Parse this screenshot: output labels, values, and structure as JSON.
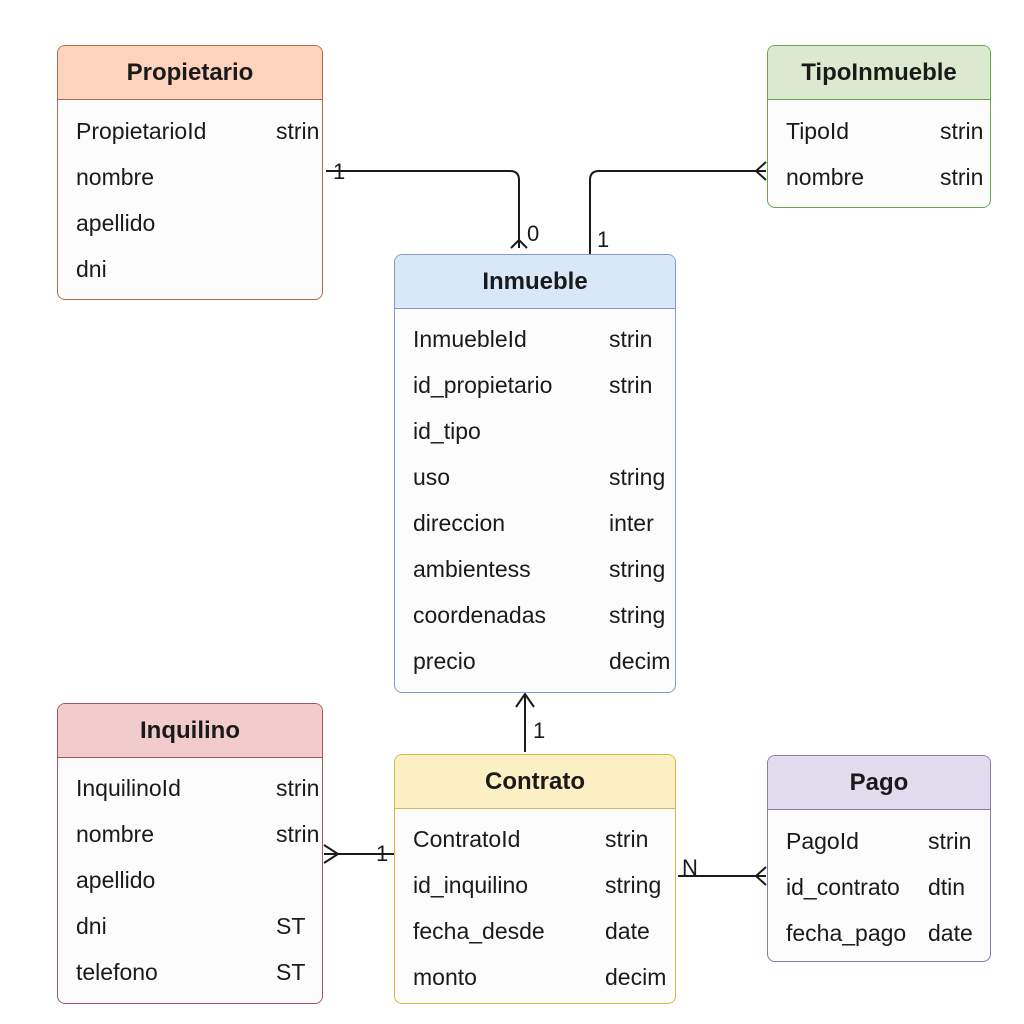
{
  "entities": {
    "propietario": {
      "title": "Propietario",
      "fields": [
        {
          "name": "PropietarioId",
          "type": "strin"
        },
        {
          "name": "nombre",
          "type": ""
        },
        {
          "name": "apellido",
          "type": ""
        },
        {
          "name": "dni",
          "type": ""
        }
      ]
    },
    "tipoinmueble": {
      "title": "TipoInmueble",
      "fields": [
        {
          "name": "TipoId",
          "type": "strin"
        },
        {
          "name": "nombre",
          "type": "strin"
        }
      ]
    },
    "inmueble": {
      "title": "Inmueble",
      "fields": [
        {
          "name": "InmuebleId",
          "type": "strin"
        },
        {
          "name": "id_propietario",
          "type": "strin"
        },
        {
          "name": "id_tipo",
          "type": ""
        },
        {
          "name": "uso",
          "type": "string"
        },
        {
          "name": "direccion",
          "type": "inter"
        },
        {
          "name": "ambientess",
          "type": "string"
        },
        {
          "name": "coordenadas",
          "type": "string"
        },
        {
          "name": "precio",
          "type": "decim"
        }
      ]
    },
    "inquilino": {
      "title": "Inquilino",
      "fields": [
        {
          "name": "InquilinoId",
          "type": "strin"
        },
        {
          "name": "nombre",
          "type": "strin"
        },
        {
          "name": "apellido",
          "type": ""
        },
        {
          "name": "dni",
          "type": "ST"
        },
        {
          "name": "telefono",
          "type": "ST"
        }
      ]
    },
    "contrato": {
      "title": "Contrato",
      "fields": [
        {
          "name": "ContratoId",
          "type": "strin"
        },
        {
          "name": "id_inquilino",
          "type": "string"
        },
        {
          "name": "fecha_desde",
          "type": "date"
        },
        {
          "name": "monto",
          "type": "decim"
        }
      ]
    },
    "pago": {
      "title": "Pago",
      "fields": [
        {
          "name": "PagoId",
          "type": "strin"
        },
        {
          "name": "id_contrato",
          "type": "dtin"
        },
        {
          "name": "fecha_pago",
          "type": "date"
        }
      ]
    }
  },
  "cardinalities": {
    "propietario_side": "1",
    "inmueble_from_propietario": "0",
    "inmueble_from_tipo": "1",
    "contrato_to_inmueble": "1",
    "contrato_from_inquilino": "1",
    "contrato_to_pago": "N"
  }
}
